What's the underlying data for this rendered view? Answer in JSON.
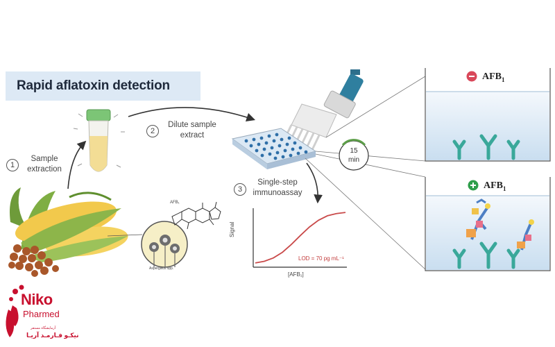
{
  "title": "Rapid aflatoxin detection",
  "steps": [
    {
      "num": "1",
      "label_line1": "Sample",
      "label_line2": "extraction"
    },
    {
      "num": "2",
      "label_line1": "Dilute sample",
      "label_line2": "extract"
    },
    {
      "num": "3",
      "label_line1": "Single-step",
      "label_line2": "immunoassay"
    }
  ],
  "timer": {
    "value": "15",
    "unit": "min"
  },
  "panels": {
    "negative": {
      "symbol": "−",
      "label": "AFB",
      "subscript": "1"
    },
    "positive": {
      "symbol": "+",
      "label": "AFB",
      "subscript": "1"
    }
  },
  "molecule_label": "AFB₁",
  "fungus_label": "Aspergillus spp.",
  "chart_data": {
    "type": "line",
    "title": "",
    "xlabel": "[AFB₁]",
    "ylabel": "Signal",
    "annotation": "LOD = 70 pg mL⁻¹",
    "x": [
      0,
      1,
      2,
      3,
      4,
      5,
      6,
      7,
      8,
      9,
      10
    ],
    "y": [
      0.05,
      0.08,
      0.14,
      0.24,
      0.38,
      0.54,
      0.69,
      0.81,
      0.89,
      0.93,
      0.95
    ],
    "xlim": [
      0,
      10
    ],
    "ylim": [
      0,
      1
    ],
    "grid": false,
    "color": "#c94a4a"
  },
  "logo": {
    "line1": "Niko",
    "line2": "Pharmed",
    "line3": "آزمایشگاه مستقر",
    "line4": "نیکـو فـارمـد آریـا"
  },
  "colors": {
    "title_bg": "#dde9f5",
    "antibody": "#3aa89a",
    "minus": "#d9485a",
    "plus": "#2e9e4a",
    "brand": "#c8102e"
  }
}
